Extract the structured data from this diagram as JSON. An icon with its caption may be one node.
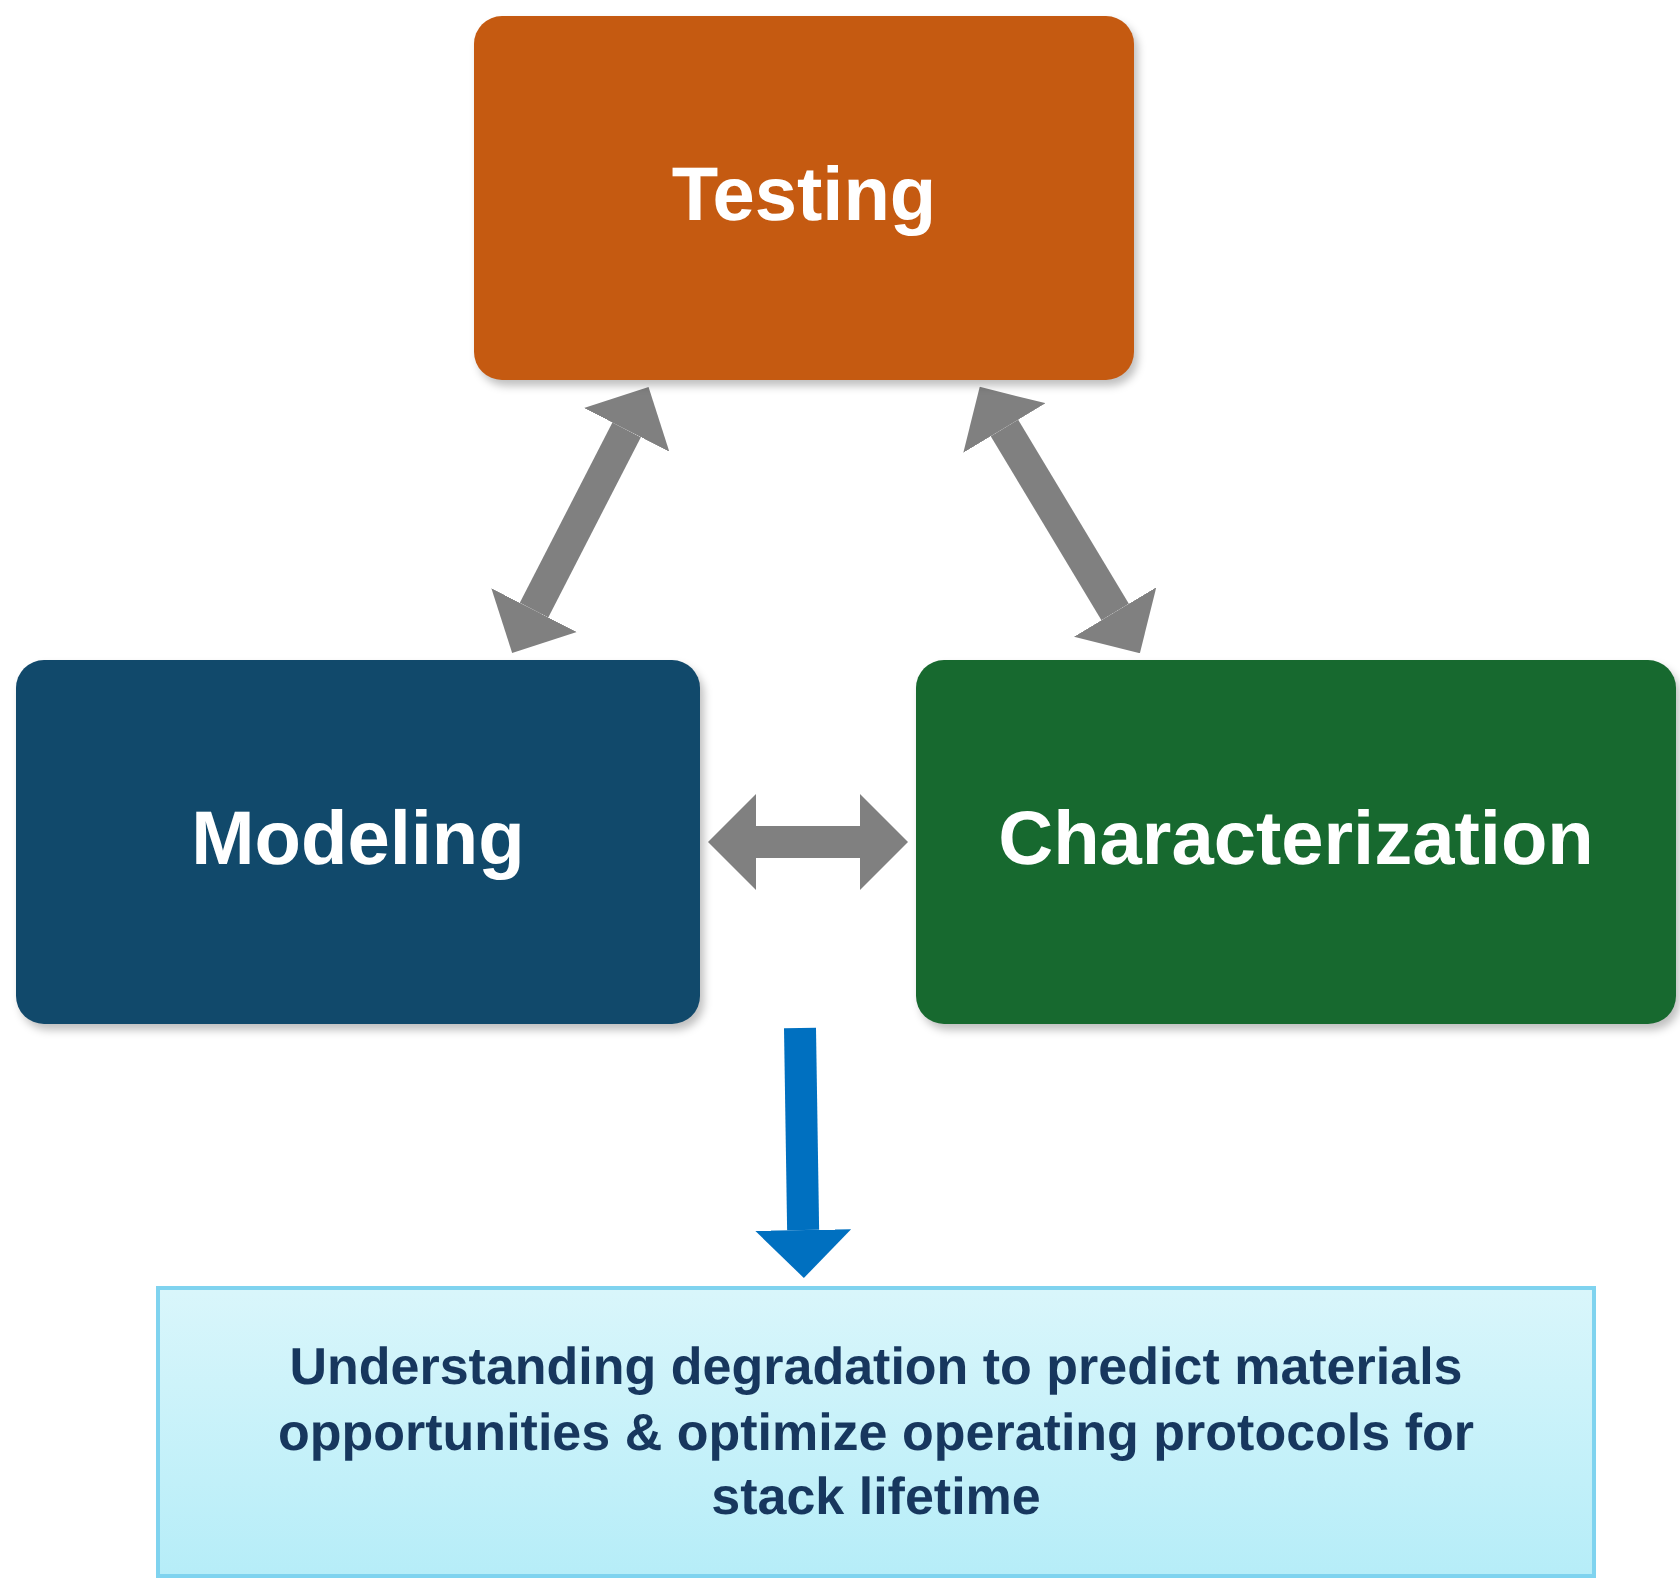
{
  "diagram": {
    "nodes": [
      {
        "text": [
          "Testing"
        ]
      },
      {
        "text": [
          "Modeling"
        ]
      },
      {
        "text": [
          "Characterization"
        ]
      },
      {
        "text": [
          "Understanding degradation to predict materials opportunities & optimize operating protocols for stack lifetime"
        ]
      }
    ],
    "edges": [
      {
        "from": 0,
        "to": 1,
        "arrow": "both"
      },
      {
        "from": 0,
        "to": 2,
        "arrow": "both"
      },
      {
        "from": 1,
        "to": 2,
        "arrow": "both"
      },
      {
        "from": null,
        "to": 3,
        "arrow": "to",
        "color": "#0070c0"
      }
    ]
  }
}
